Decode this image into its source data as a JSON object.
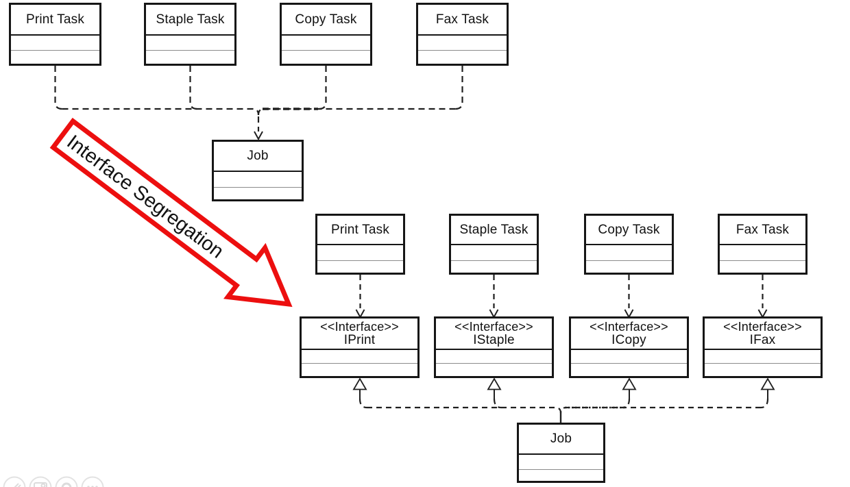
{
  "arrow": {
    "label": "Interface Segregation",
    "color": "#ec0f0f"
  },
  "colors": {
    "line": "#1f1f1f",
    "box_border": "#161616",
    "faint_toolbar": "#e2e2e2"
  },
  "before": {
    "tasks": [
      {
        "title": "Print Task"
      },
      {
        "title": "Staple Task"
      },
      {
        "title": "Copy Task"
      },
      {
        "title": "Fax Task"
      }
    ],
    "job": {
      "title": "Job"
    }
  },
  "after": {
    "tasks": [
      {
        "title": "Print Task"
      },
      {
        "title": "Staple Task"
      },
      {
        "title": "Copy Task"
      },
      {
        "title": "Fax Task"
      }
    ],
    "interfaces": [
      {
        "stereotype": "<<Interface>>",
        "name": "IPrint"
      },
      {
        "stereotype": "<<Interface>>",
        "name": "IStaple"
      },
      {
        "stereotype": "<<Interface>>",
        "name": "ICopy"
      },
      {
        "stereotype": "<<Interface>>",
        "name": "IFax"
      }
    ],
    "job": {
      "title": "Job"
    }
  },
  "toolbar": {
    "icons": [
      {
        "name": "pencil"
      },
      {
        "name": "camera"
      },
      {
        "name": "record"
      },
      {
        "name": "more"
      }
    ]
  }
}
